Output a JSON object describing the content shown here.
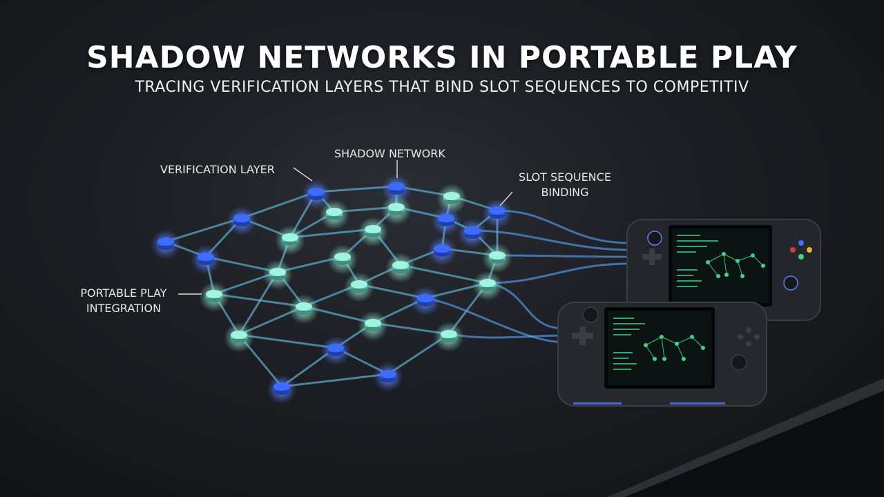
{
  "header": {
    "title": "SHADOW NETWORKS IN PORTABLE PLAY",
    "subtitle": "TRACING VERIFICATION LAYERS THAT BIND SLOT SEQUENCES TO COMPETITIV"
  },
  "labels": {
    "verification_layer": "VERIFICATION LAYER",
    "shadow_network": "SHADOW NETWORK",
    "slot_sequence_line1": "SLOT SEQUENCE",
    "slot_sequence_line2": "BINDING",
    "portable_line1": "PORTABLE PLAY",
    "portable_line2": "INTEGRATION"
  },
  "colors": {
    "node_blue": "#3d6cff",
    "node_cyan": "#9ff5e0",
    "link": "#6fd6ff",
    "screen_accent": "#3fd38b"
  }
}
